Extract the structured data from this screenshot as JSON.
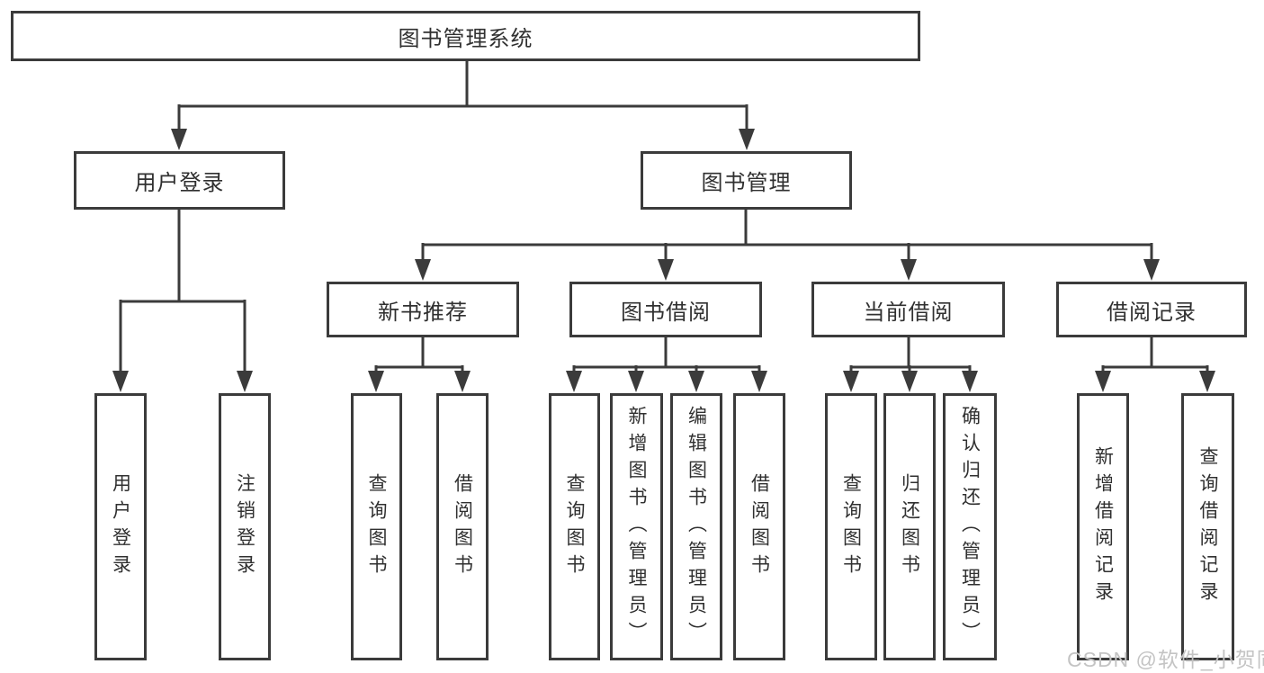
{
  "diagram": {
    "title": "图书管理系统",
    "colors": {
      "line": "#3b3b3b",
      "text": "#303030",
      "box_fill": "#ffffff",
      "watermark_text_color": "#c4c4c4",
      "background": "#ffffff"
    },
    "root": {
      "label": "图书管理系统"
    },
    "level2": [
      {
        "label": "用户登录",
        "parent": "图书管理系统"
      },
      {
        "label": "图书管理",
        "parent": "图书管理系统"
      }
    ],
    "level3": [
      {
        "label": "新书推荐",
        "parent": "图书管理"
      },
      {
        "label": "图书借阅",
        "parent": "图书管理"
      },
      {
        "label": "当前借阅",
        "parent": "图书管理"
      },
      {
        "label": "借阅记录",
        "parent": "图书管理"
      }
    ],
    "leaves": [
      {
        "label": "用户登录",
        "parent": "用户登录"
      },
      {
        "label": "注销登录",
        "parent": "用户登录"
      },
      {
        "label": "查询图书",
        "parent": "新书推荐"
      },
      {
        "label": "借阅图书",
        "parent": "新书推荐"
      },
      {
        "label": "查询图书",
        "parent": "图书借阅"
      },
      {
        "label": "新增图书（管理员）",
        "parent": "图书借阅"
      },
      {
        "label": "编辑图书（管理员）",
        "parent": "图书借阅"
      },
      {
        "label": "借阅图书",
        "parent": "图书借阅"
      },
      {
        "label": "查询图书",
        "parent": "当前借阅"
      },
      {
        "label": "归还图书",
        "parent": "当前借阅"
      },
      {
        "label": "确认归还（管理员）",
        "parent": "当前借阅"
      },
      {
        "label": "新增借阅记录",
        "parent": "借阅记录"
      },
      {
        "label": "查询借阅记录",
        "parent": "借阅记录"
      }
    ],
    "watermark": "CSDN @软件_小贺同学"
  }
}
